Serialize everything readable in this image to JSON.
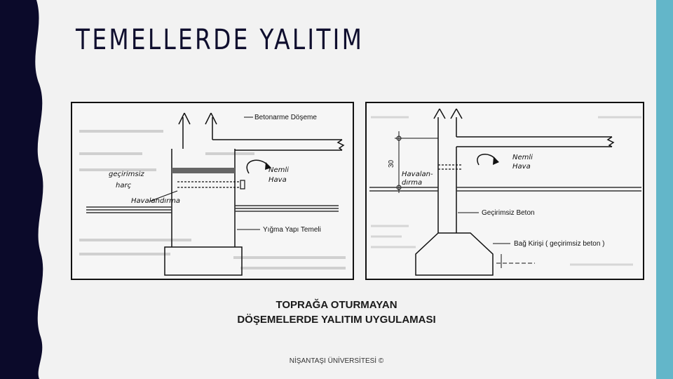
{
  "slide": {
    "title": "TEMELLERDE YALITIM",
    "caption_line1": "TOPRAĞA OTURMAYAN",
    "caption_line2": "DÖŞEMELERDE YALITIM UYGULAMASI",
    "footer": "NİŞANTAŞI ÜNİVERSİTESİ ©"
  },
  "colors": {
    "left_band": "#0b0a2a",
    "right_strip": "#63b6c9",
    "background": "#f2f2f2"
  },
  "figure_left": {
    "labels": {
      "beton_doseme": "Betonarme Döşeme",
      "gecirimsiz": "geçirimsiz",
      "harc": "harç",
      "havalandirma": "Havalandırma",
      "nemli": "Nemli",
      "hava": "Hava",
      "temel": "Yığma Yapı Temeli"
    }
  },
  "figure_right": {
    "labels": {
      "dim": "30",
      "havalan": "Havalan-",
      "dirma": "dırma",
      "nemli": "Nemli",
      "hava": "Hava",
      "gecirimsiz_beton": "Geçirimsiz Beton",
      "bag_kirisi": "Bağ Kirişi  ( geçirimsiz beton )"
    }
  }
}
